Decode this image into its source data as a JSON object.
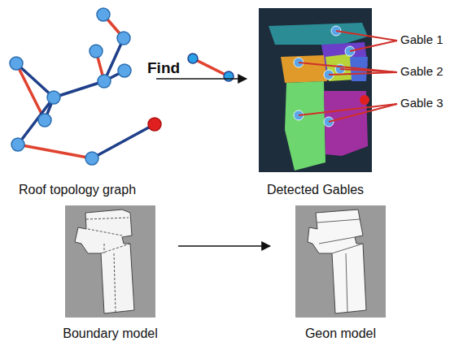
{
  "diagram": {
    "nodes": [
      {
        "text": [
          "Roof topology graph"
        ]
      },
      {
        "text": [
          "Detected Gables"
        ]
      },
      {
        "text": [
          "Boundary model"
        ]
      },
      {
        "text": [
          "Geon model"
        ]
      }
    ],
    "edges": [
      {
        "from": 0,
        "to": 1,
        "arrow": "to"
      },
      {
        "from": 2,
        "to": 3,
        "arrow": "to"
      }
    ],
    "labels": [
      "Find",
      "Gable 1",
      "Gable 2",
      "Gable 3"
    ]
  }
}
